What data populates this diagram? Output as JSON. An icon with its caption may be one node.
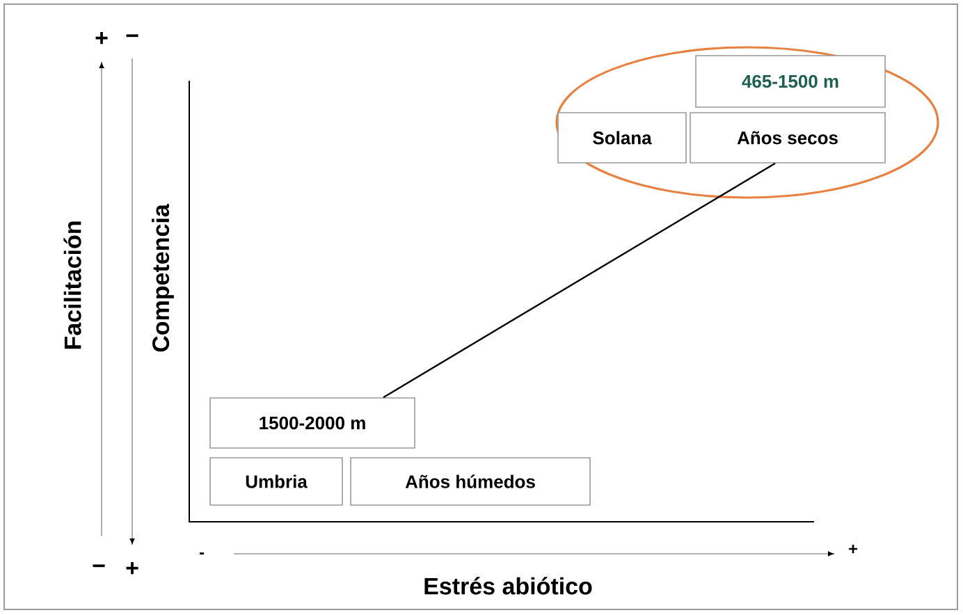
{
  "diagram": {
    "nodes": [
      {
        "text": [],
        "shape": "ellipse"
      },
      {
        "text": [
          "465-1500 m"
        ],
        "in": 0
      },
      {
        "text": [
          "Solana"
        ],
        "in": 0
      },
      {
        "text": [
          "Años secos"
        ],
        "in": 0
      },
      {
        "text": [
          "1500-2000 m"
        ]
      },
      {
        "text": [
          "Umbria"
        ]
      },
      {
        "text": [
          "Años húmedos"
        ]
      }
    ],
    "edges": [
      {
        "from": 4,
        "to": 3,
        "arrow": "none"
      }
    ],
    "labels": [
      "+",
      "−",
      "Facilitación",
      "Competencia",
      "−",
      "+",
      "-",
      "+",
      "Estrés abiótico"
    ]
  }
}
